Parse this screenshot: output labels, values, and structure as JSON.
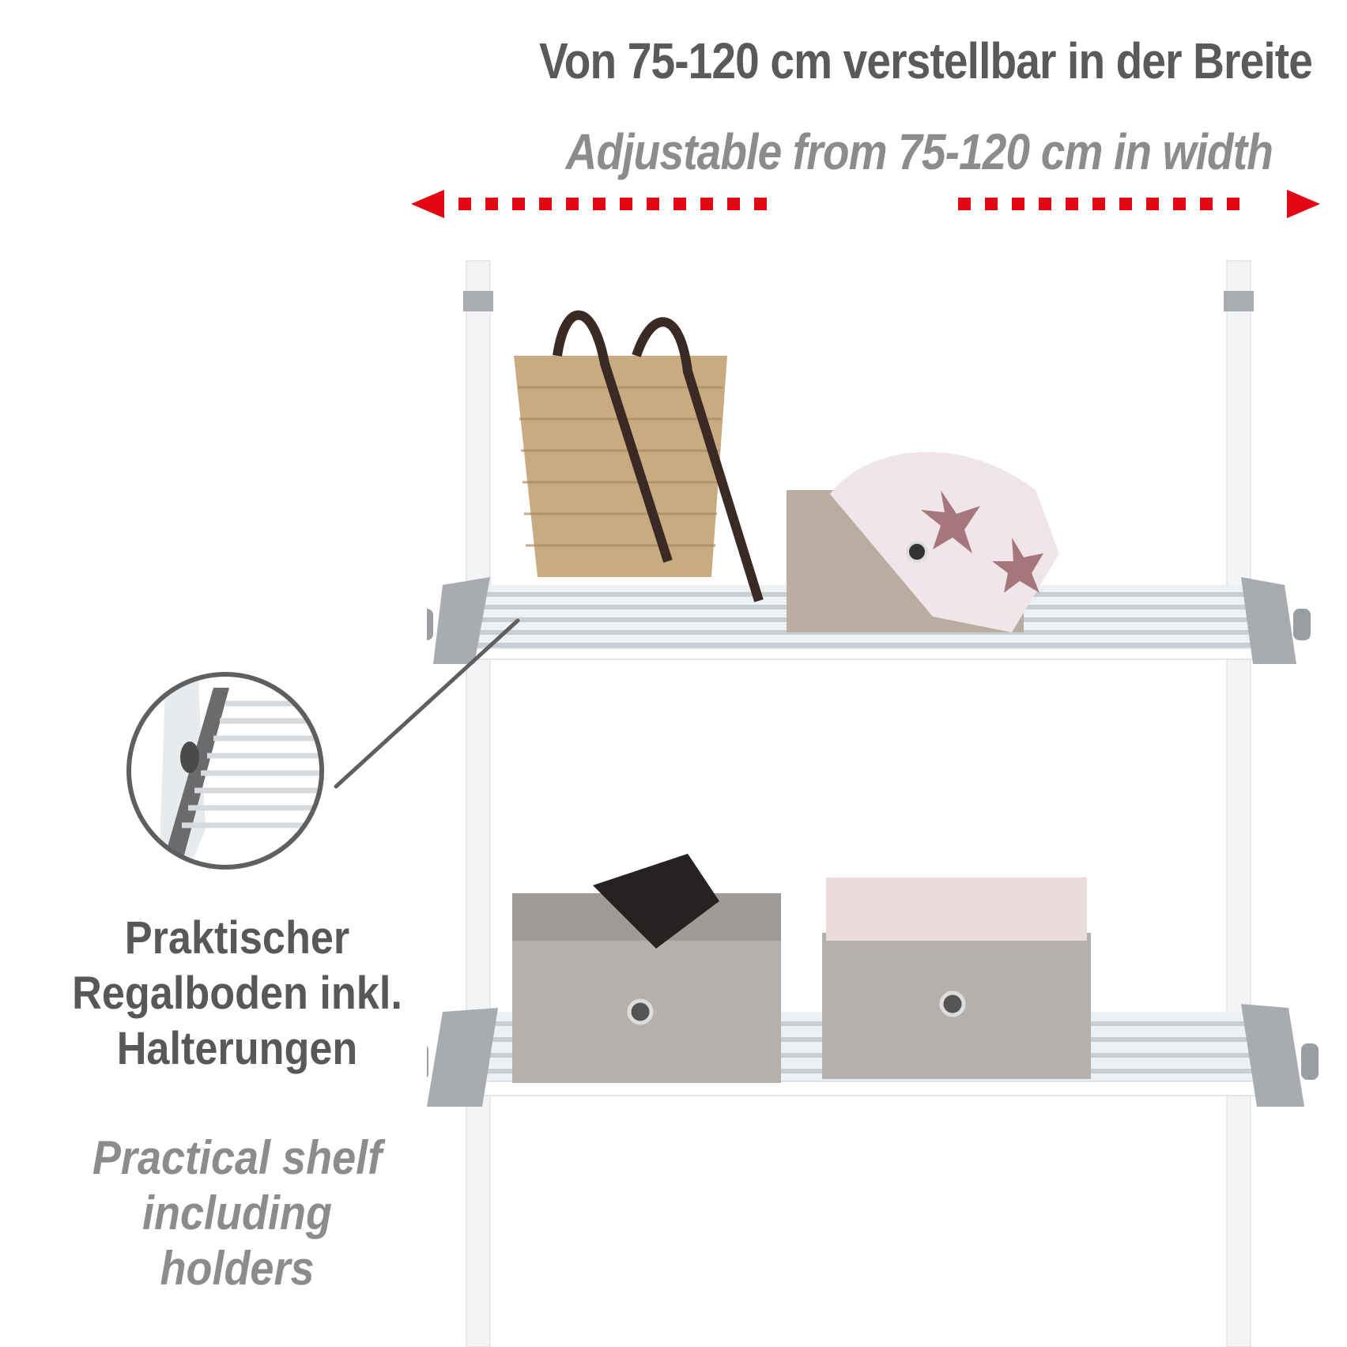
{
  "header": {
    "title_de": "Von 75-120 cm verstellbar in der Breite",
    "title_en": "Adjustable from 75-120 cm in width"
  },
  "width_indicator": {
    "left_arrow_icon": "arrow-left-icon",
    "right_arrow_icon": "arrow-right-icon",
    "color": "#e30613"
  },
  "callout": {
    "detail_icon": "shelf-holder-magnifier-icon",
    "caption_de_lines": [
      "Praktischer",
      "Regalboden inkl.",
      "Halterungen"
    ],
    "caption_en_lines": [
      "Practical shelf",
      "including",
      "holders"
    ]
  },
  "product": {
    "upper_shelf_items": [
      "woven-basket-bag",
      "storage-box-with-scarf"
    ],
    "lower_shelf_items": [
      "storage-box-with-gloves",
      "storage-box-with-sweater"
    ]
  },
  "colors": {
    "heading_dark": "#5a5a5a",
    "heading_light": "#8c8c8c",
    "accent_red": "#e30613",
    "callout_ring": "#5f5f5f"
  }
}
